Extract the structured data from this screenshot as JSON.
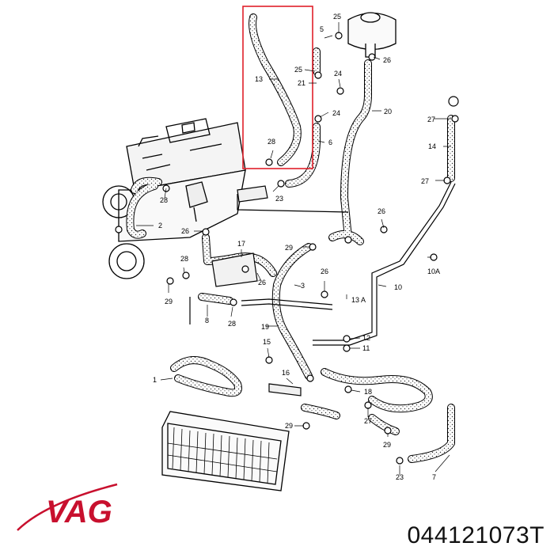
{
  "part_number": "044121073T",
  "brand": {
    "name": "VAG",
    "color": "#c8102e"
  },
  "highlight_color": "#e0202a",
  "callouts": [
    "25",
    "5",
    "26",
    "13",
    "25",
    "21",
    "24",
    "20",
    "24",
    "27",
    "14",
    "28",
    "6",
    "28",
    "23",
    "27",
    "2",
    "26",
    "26",
    "17",
    "29",
    "26",
    "10A",
    "28",
    "26",
    "3",
    "10",
    "29",
    "13 A",
    "8",
    "28",
    "19",
    "12",
    "11",
    "15",
    "1",
    "16",
    "18",
    "29",
    "27",
    "29",
    "23",
    "7"
  ]
}
